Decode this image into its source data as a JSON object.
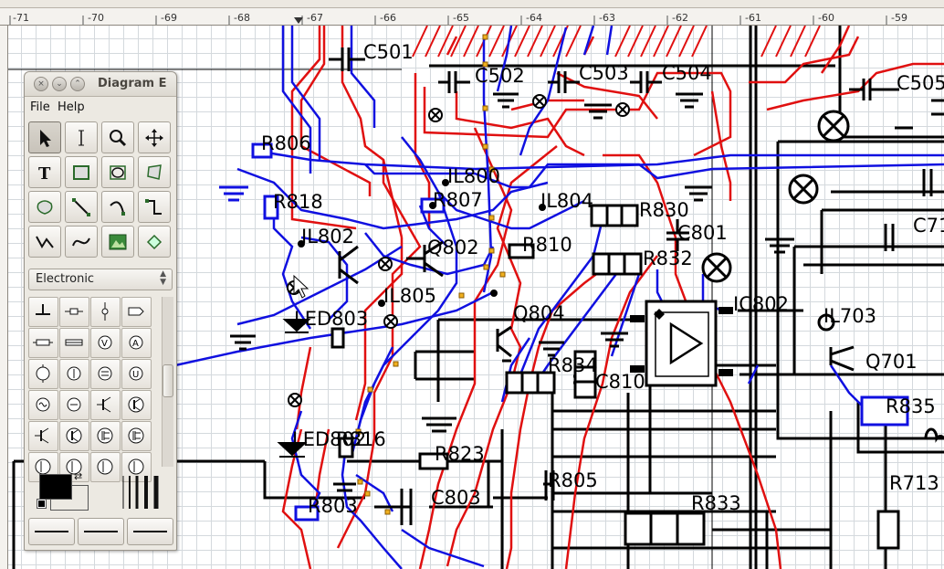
{
  "ruler": {
    "labels": [
      "-71",
      "-70",
      "-69",
      "-68",
      "-67",
      "-66",
      "-65",
      "-64",
      "-63",
      "-62",
      "-61",
      "-60",
      "-59"
    ]
  },
  "canvas": {
    "labels": [
      "C501",
      "C502",
      "C503",
      "C504",
      "C505",
      "R806",
      "R818",
      "IL800",
      "R807",
      "IL804",
      "R830",
      "C801",
      "C71",
      "IL802",
      "Q802",
      "R810",
      "R832",
      "IL805",
      "LED803",
      "Q804",
      "IC802",
      "IL703",
      "Q701",
      "R834",
      "C810",
      "R835",
      "LED802",
      "R816",
      "R823",
      "R805",
      "R803",
      "C803",
      "R833",
      "R713"
    ]
  },
  "toolbox": {
    "title": "Diagram E",
    "menu": {
      "file": "File",
      "help": "Help"
    },
    "tools": [
      "pointer-tool",
      "text-edit-tool",
      "zoom-tool",
      "scroll-tool",
      "text-tool",
      "box-tool",
      "ellipse-tool",
      "polygon-tool",
      "beziergon-tool",
      "line-tool",
      "arc-tool",
      "zigzag-line-tool",
      "polyline-tool",
      "bezier-line-tool",
      "image-tool",
      "outline-tool"
    ],
    "sheet": "Electronic",
    "shapes": [
      "ground",
      "resistor-small",
      "diode-vertical",
      "capacitor-plate",
      "resistor",
      "fuse",
      "voltmeter",
      "ammeter",
      "lamp",
      "current-source",
      "dc-source",
      "ac-source",
      "ac-supply",
      "inductor",
      "npn-transistor",
      "pnp-transistor",
      "transistor-b",
      "transistor-c",
      "mosfet-n",
      "mosfet-p",
      "jfet-a",
      "jfet-b",
      "jfet-c",
      "jfet-d"
    ],
    "fg_color": "#000000",
    "bg_color": "#ffffff"
  },
  "colors": {
    "blue_wire": "#1010e0",
    "red_wire": "#e01010",
    "black_wire": "#000000",
    "handle": "#e8a000"
  }
}
